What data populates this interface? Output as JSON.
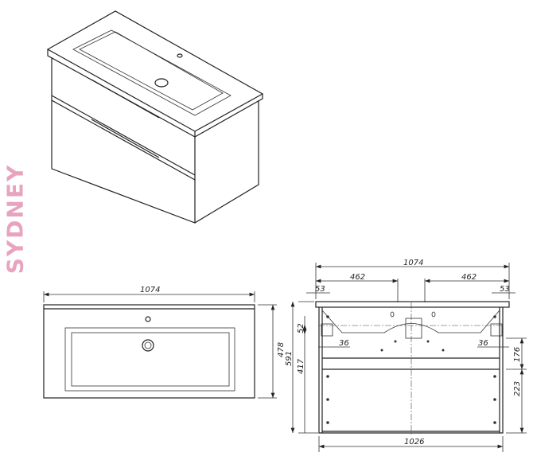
{
  "brand": {
    "name": "SYDNEY",
    "color": "#e8a3bf"
  },
  "iso_view": {},
  "top_view": {
    "width": "1074",
    "depth": "478"
  },
  "front_view": {
    "overall_width": "1074",
    "left_offset": "462",
    "right_offset": "462",
    "left_edge": "53",
    "right_edge": "53",
    "total_height": "591",
    "cabinet_height": "417",
    "top_gap": "52",
    "left_inset": "36",
    "right_inset": "36",
    "upper_drawer": "176",
    "lower_drawer": "223",
    "cabinet_width": "1026"
  }
}
